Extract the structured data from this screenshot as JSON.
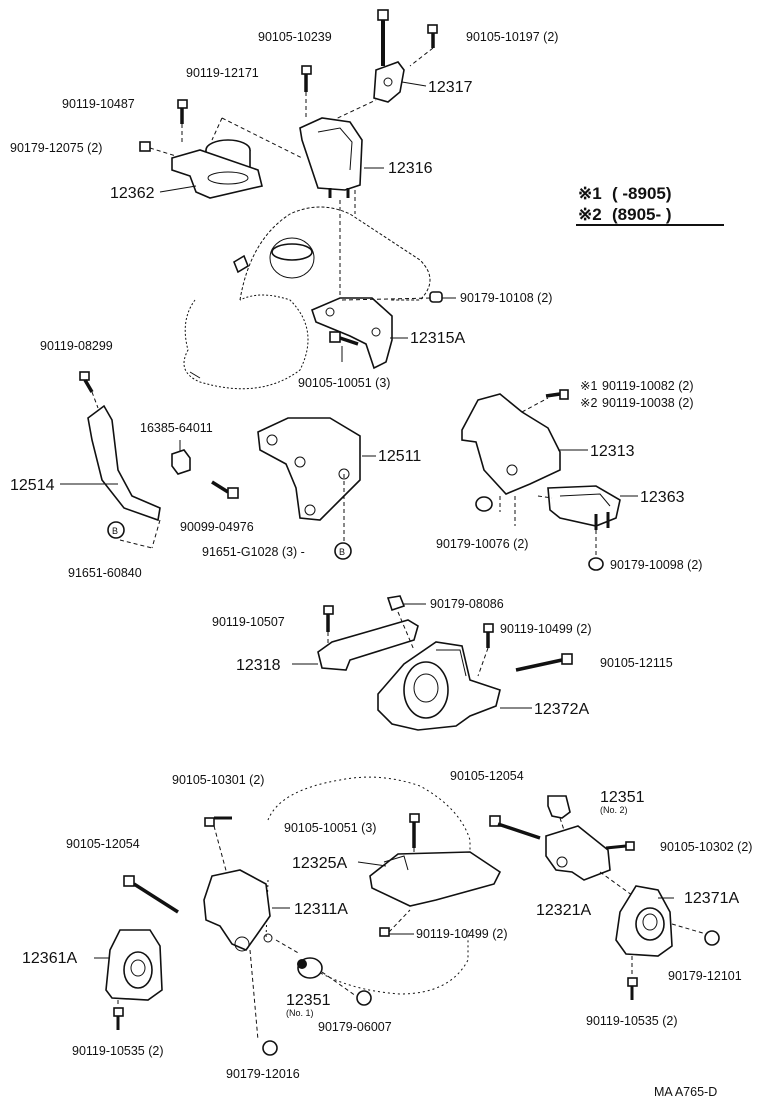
{
  "legend": {
    "row1_mark": "※1",
    "row1_text": "(      -8905)",
    "row2_mark": "※2",
    "row2_text": "(8905-       )"
  },
  "drawing_code": "MA  A765-D",
  "labels": {
    "p90105_10239": "90105-10239",
    "p90105_10197": "90105-10197 (2)",
    "p90119_12171": "90119-12171",
    "p12317": "12317",
    "p90119_10487": "90119-10487",
    "p90179_12075": "90179-12075 (2)",
    "p12316": "12316",
    "p12362": "12362",
    "p90179_10108": "90179-10108 (2)",
    "p12315A": "12315A",
    "p90119_08299": "90119-08299",
    "p90105_10051_a": "90105-10051 (3)",
    "p90119_10082": "90119-10082 (2)",
    "p90119_10038": "90119-10038 (2)",
    "mark1": "※1",
    "mark2": "※2",
    "p16385_64011": "16385-64011",
    "p12511": "12511",
    "p12313": "12313",
    "p12514": "12514",
    "p90099_04976": "90099-04976",
    "p12363": "12363",
    "p90179_10076": "90179-10076 (2)",
    "p91651_G1028": "91651-G1028 (3) -",
    "p90179_10098": "90179-10098 (2)",
    "p91651_60840": "91651-60840",
    "circleB": "B",
    "p90179_08086": "90179-08086",
    "p90119_10507": "90119-10507",
    "p90119_10499_a": "90119-10499 (2)",
    "p12318": "12318",
    "p90105_12115": "90105-12115",
    "p12372A": "12372A",
    "p90105_10301": "90105-10301 (2)",
    "p90105_12054_a": "90105-12054",
    "p12351_no2": "12351",
    "no2": "(No. 2)",
    "p90105_10051_b": "90105-10051 (3)",
    "p90105_10302": "90105-10302 (2)",
    "p90105_12054_b": "90105-12054",
    "p12325A": "12325A",
    "p12371A": "12371A",
    "p12311A": "12311A",
    "p12321A": "12321A",
    "p12361A": "12361A",
    "p90119_10499_b": "90119-10499 (2)",
    "p12351_no1": "12351",
    "no1": "(No. 1)",
    "p90179_12101": "90179-12101",
    "p90179_06007": "90179-06007",
    "p90119_10535_a": "90119-10535 (2)",
    "p90119_10535_b": "90119-10535 (2)",
    "p90179_12016": "90179-12016"
  }
}
